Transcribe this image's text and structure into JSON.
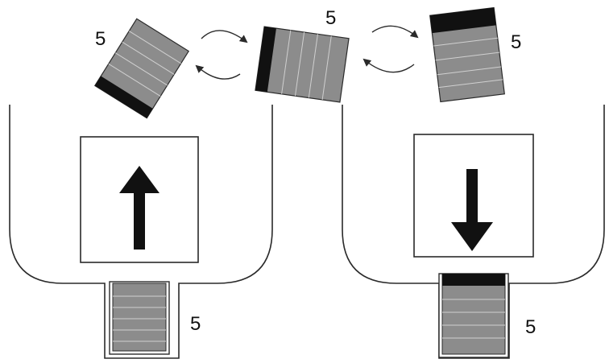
{
  "labels": {
    "card_top_left": "5",
    "card_top_center": "5",
    "card_top_right": "5",
    "card_bottom_left": "5",
    "card_bottom_right": "5"
  },
  "icons": {
    "left_arrow": "arrow-up-icon",
    "right_arrow": "arrow-down-icon",
    "rotation": "rotate-arrows-icon"
  },
  "colors": {
    "card_fill": "#8c8c8c",
    "card_band": "#111111",
    "stroke": "#2a2a2a"
  }
}
